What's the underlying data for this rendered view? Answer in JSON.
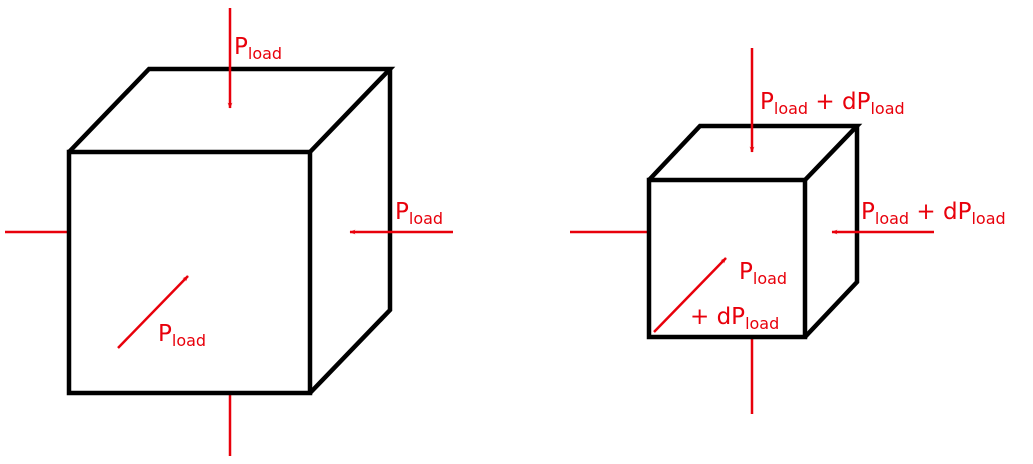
{
  "colors": {
    "force": "#e8000b",
    "edge": "#000000",
    "background": "#ffffff"
  },
  "left_cube": {
    "top_label": {
      "main": "P",
      "sub": "load"
    },
    "side_label": {
      "main": "P",
      "sub": "load"
    },
    "front_label": {
      "main": "P",
      "sub": "load"
    }
  },
  "right_cube": {
    "top_label": {
      "main": "P",
      "sub": "load",
      "plus": " + dP",
      "sub2": "load"
    },
    "side_label": {
      "main": "P",
      "sub": "load",
      "plus": " + dP",
      "sub2": "load"
    },
    "front_label_line1": {
      "main": "P",
      "sub": "load"
    },
    "front_label_line2": {
      "plus": "+ dP",
      "sub": "load"
    }
  }
}
